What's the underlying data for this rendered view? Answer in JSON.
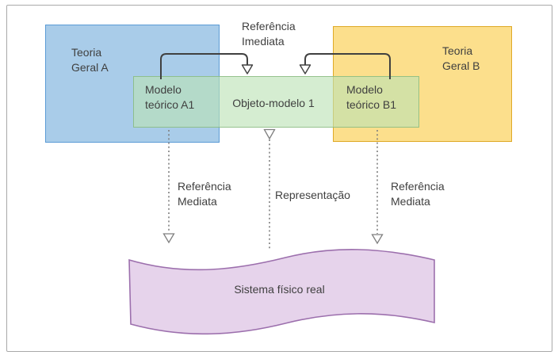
{
  "diagram": {
    "boxes": {
      "teoria_a": {
        "lines": [
          "Teoria",
          "Geral A"
        ]
      },
      "teoria_b": {
        "lines": [
          "Teoria",
          "Geral B"
        ]
      },
      "modelo_a1": {
        "lines": [
          "Modelo",
          "teórico A1"
        ]
      },
      "modelo_b1": {
        "lines": [
          "Modelo",
          "teórico B1"
        ]
      },
      "objeto_modelo": {
        "label": "Objeto-modelo 1"
      },
      "sistema_fisico": {
        "label": "Sistema físico real"
      }
    },
    "arrow_labels": {
      "referencia_imediata": {
        "lines": [
          "Referência",
          "Imediata"
        ]
      },
      "referencia_mediata_left": {
        "lines": [
          "Referência",
          "Mediata"
        ]
      },
      "referencia_mediata_right": {
        "lines": [
          "Referência",
          "Mediata"
        ]
      },
      "representacao": {
        "label": "Representação"
      }
    }
  },
  "colors": {
    "teoria_a_fill": "#a9cce9",
    "teoria_a_border": "#5b9bd5",
    "teoria_b_fill": "#fcdf8c",
    "teoria_b_border": "#dfa926",
    "objeto_fill_over_white": "#d5edd1",
    "objeto_fill_over_blue": "#b2dcd0",
    "objeto_fill_over_yellow": "#e5eeb1",
    "objeto_border": "#8fbf88",
    "sistema_fill": "#e6d3eb",
    "sistema_border": "#9c6fad",
    "arrow_solid": "#404040",
    "arrow_dotted": "#7f7f7f",
    "text": "#3f3f3f",
    "frame_border": "#a9a9a9"
  }
}
